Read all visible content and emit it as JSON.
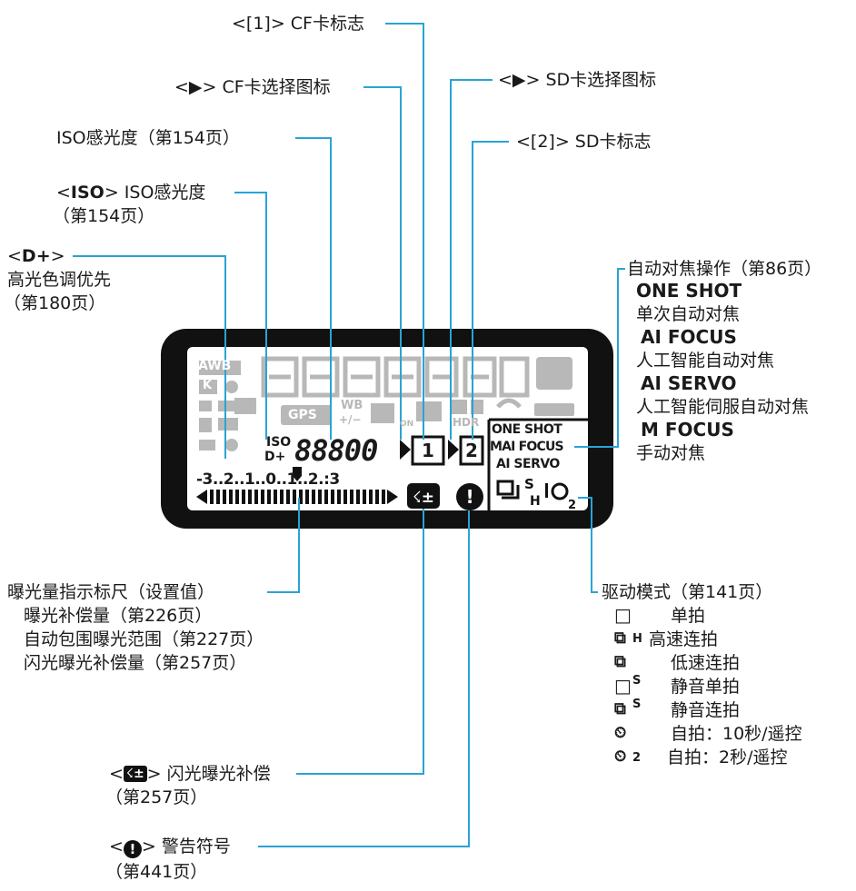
{
  "labels": {
    "cf_card": "<[1]> CF卡标志",
    "cf_select": "<▶> CF卡选择图标",
    "sd_select": "<▶> SD卡选择图标",
    "sd_card": "<[2]> SD卡标志",
    "iso_speed": "ISO感光度（第154页）",
    "iso_icon_pre": "<",
    "iso_icon_bold": "ISO",
    "iso_icon_post": "> ISO感光度",
    "iso_icon_page": "（第154页）",
    "hl_pre": "<",
    "hl_bold": "D+",
    "hl_post": ">",
    "hl_name": "高光色调优先",
    "hl_page": "（第180页）",
    "af_title": "自动对焦操作（第86页）",
    "af_modes": [
      {
        "code": "ONE SHOT",
        "desc": "单次自动对焦"
      },
      {
        "code": "AI FOCUS",
        "desc": "人工智能自动对焦"
      },
      {
        "code": "AI SERVO",
        "desc": "人工智能伺服自动对焦"
      },
      {
        "code": "M FOCUS",
        "desc": "手动对焦"
      }
    ],
    "exposure_title": "曝光量指示标尺（设置值）",
    "exposure_lines": [
      "曝光补偿量（第226页）",
      "自动包围曝光范围（第227页）",
      "闪光曝光补偿量（第257页）"
    ],
    "drive_title": "驱动模式（第141页）",
    "drive_modes": [
      {
        "sym": "□",
        "sub": "",
        "desc": "单拍"
      },
      {
        "sym": "⧉",
        "sub": "H",
        "desc": "高速连拍"
      },
      {
        "sym": "⧉",
        "sub": "",
        "desc": "低速连拍"
      },
      {
        "sym": "□",
        "sub": "S",
        "desc": "静音单拍"
      },
      {
        "sym": "⧉",
        "sub": "S",
        "desc": "静音连拍"
      },
      {
        "sym": "⏲",
        "sub": "",
        "desc": "自拍：10秒/遥控"
      },
      {
        "sym": "⏲",
        "sub": "2",
        "desc": "自拍：2秒/遥控"
      }
    ],
    "flash_pre": "<",
    "flash_icon": "☇±",
    "flash_post": "> 闪光曝光补偿",
    "flash_page": "（第257页）",
    "warn_pre": "<",
    "warn_icon": "!",
    "warn_post": "> 警告符号",
    "warn_page": "（第441页）"
  },
  "lcd": {
    "wb": "AWB",
    "k": "K",
    "gps": "GPS",
    "wb_small": "WB",
    "wb_pm": "+/−",
    "hdr": "HDR",
    "on": "ON",
    "seg_top": "8888 8.8(888)",
    "iso": "ISO",
    "dplus": "D+",
    "iso_value": "88800",
    "card1": "1",
    "card2": "2",
    "af_modes": [
      "ONE SHOT",
      "MAI FOCUS",
      "AI SERVO"
    ],
    "scale": "-3..2..1..0..1..2.:3"
  }
}
